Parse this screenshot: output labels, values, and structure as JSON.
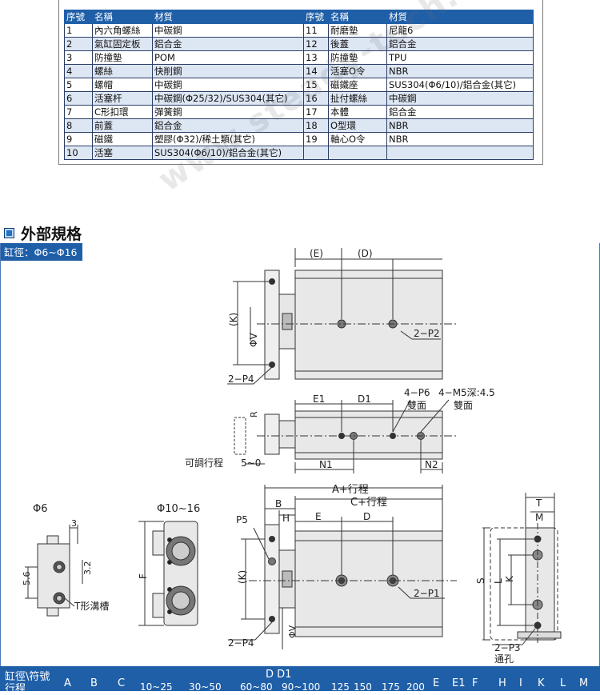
{
  "parts_table": {
    "headers": [
      "序號",
      "名稱",
      "材質",
      "序號",
      "名稱",
      "材質"
    ],
    "rows": [
      [
        "1",
        "內六角螺絲",
        "中碳鋼",
        "11",
        "耐磨墊",
        "尼龍6"
      ],
      [
        "2",
        "氣缸固定板",
        "鋁合金",
        "12",
        "後蓋",
        "鋁合金"
      ],
      [
        "3",
        "防撞墊",
        "POM",
        "13",
        "防撞墊",
        "TPU"
      ],
      [
        "4",
        "螺絲",
        "快削鋼",
        "14",
        "活塞O令",
        "NBR"
      ],
      [
        "5",
        "螺帽",
        "中碳鋼",
        "15",
        "磁鐵座",
        "SUS304(Φ6/10)/鋁合金(其它)"
      ],
      [
        "6",
        "活塞杆",
        "中碳鋼(Φ25/32)/SUS304(其它)",
        "16",
        "扯付螺絲",
        "中碳鋼"
      ],
      [
        "7",
        "C形扣環",
        "彈簧鋼",
        "17",
        "本體",
        "鋁合金"
      ],
      [
        "8",
        "前蓋",
        "鋁合金",
        "18",
        "O型環",
        "NBR"
      ],
      [
        "9",
        "磁鐵",
        "塑膠(Φ32)/稀土類(其它)",
        "19",
        "軸心O令",
        "NBR"
      ],
      [
        "10",
        "活塞",
        "SUS304(Φ6/10)/鋁合金(其它)",
        "",
        "",
        ""
      ]
    ]
  },
  "section": {
    "title": "外部規格",
    "icon": "square-bullet-icon"
  },
  "bore_label": "缸徑：Φ6~Φ16",
  "watermark": "www.steady-tech.com",
  "drawing": {
    "top_view": {
      "e": "(E)",
      "d": "(D)",
      "k": "(K)",
      "phi_v": "ΦV",
      "p4": "2−P4",
      "p2": "2−P2"
    },
    "side_view": {
      "e1": "E1",
      "d1": "D1",
      "p6": "4−P6",
      "p6_note": "雙面",
      "m5": "4−M5深:4.5",
      "m5_note": "雙面",
      "r": "R",
      "stroke_adj": "可調行程",
      "stroke_range": "5~0",
      "n1": "N1",
      "n2": "N2"
    },
    "end_small": {
      "title": "Φ6",
      "d3": "3",
      "d32": "3.2",
      "d56": "5.6",
      "slot": "T形溝槽"
    },
    "end_large": {
      "title": "Φ10~16",
      "f": "F"
    },
    "front_view": {
      "a": "A+行程",
      "c": "C+行程",
      "b": "B",
      "h": "H",
      "e": "E",
      "d": "D",
      "p5": "P5",
      "k": "(K)",
      "phi_v": "ΦV",
      "p4": "2−P4",
      "p1": "2−P1"
    },
    "right_view": {
      "t": "T",
      "m": "M",
      "s": "S",
      "l": "L",
      "k": "K",
      "p3": "2−P3",
      "through": "通孔"
    }
  },
  "dims_header": {
    "col1_line1": "缸徑\\符號",
    "col1_line2": "行程",
    "symbols": [
      "A",
      "B",
      "C"
    ],
    "dd1": "D  D1",
    "ranges": [
      "10~25",
      "30~50",
      "60~80",
      "90~100",
      "125",
      "150",
      "175",
      "200"
    ],
    "tail": [
      "E",
      "E1",
      "F",
      "H",
      "I",
      "K",
      "L",
      "M"
    ]
  },
  "colors": {
    "header_blue": "#1f5fa8",
    "row_alt": "#dde6f3",
    "line": "#333333"
  }
}
